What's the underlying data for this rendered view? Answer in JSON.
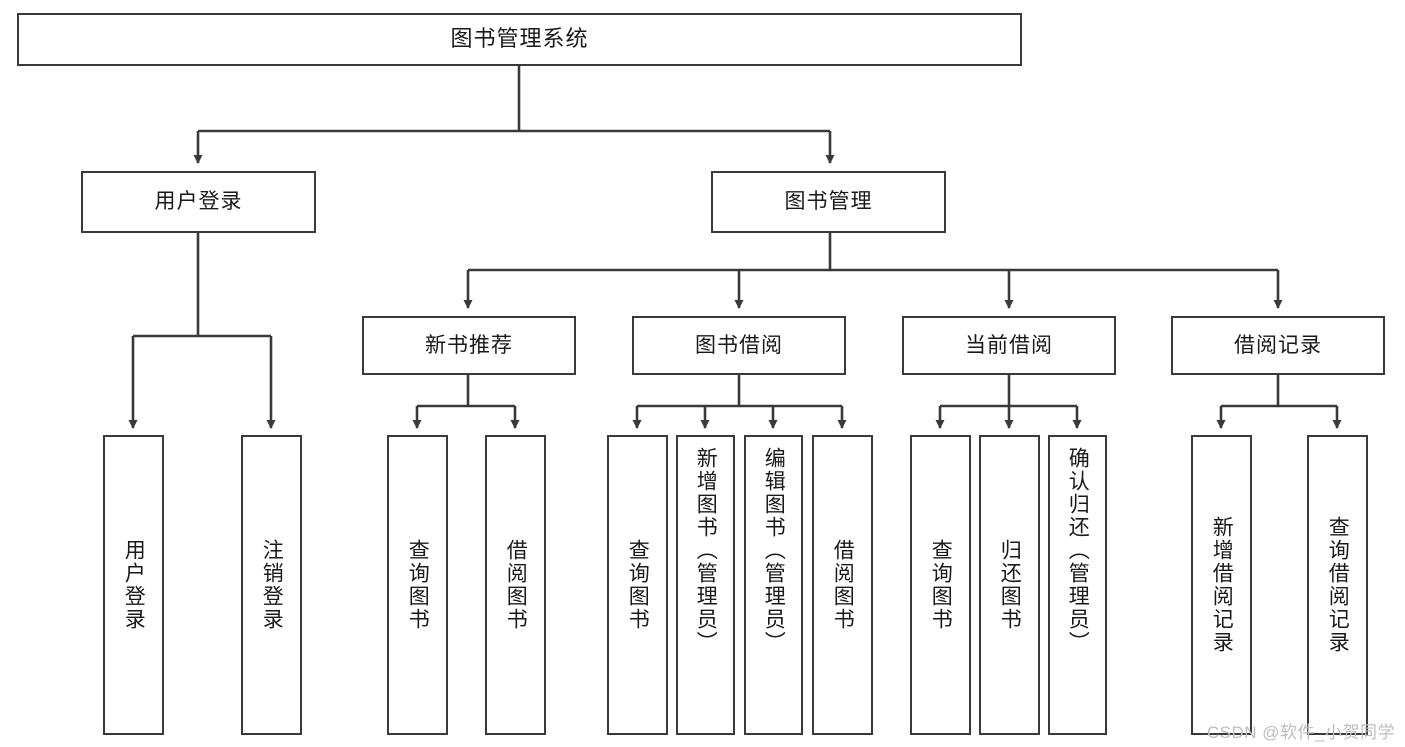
{
  "diagram": {
    "title": "图书管理系统",
    "type": "tree-hierarchy",
    "colors": {
      "node_border": "#3a3a3a",
      "node_fill": "#ffffff",
      "edge": "#3a3a3a",
      "text": "#1a1a1a",
      "watermark": "#bdbdbd",
      "background": "#ffffff"
    }
  },
  "nodes": {
    "root": {
      "label": "图书管理系统"
    },
    "level2": [
      {
        "label": "用户登录"
      },
      {
        "label": "图书管理"
      }
    ],
    "level3": [
      {
        "label": "新书推荐"
      },
      {
        "label": "图书借阅"
      },
      {
        "label": "当前借阅"
      },
      {
        "label": "借阅记录"
      }
    ],
    "leaves": {
      "user_login": [
        {
          "label": "用户登录"
        },
        {
          "label": "注销登录"
        }
      ],
      "new_book_recommend": [
        {
          "label": "查询图书"
        },
        {
          "label": "借阅图书"
        }
      ],
      "book_borrow": [
        {
          "label": "查询图书"
        },
        {
          "label": "新增图书（管理员）"
        },
        {
          "label": "编辑图书（管理员）"
        },
        {
          "label": "借阅图书"
        }
      ],
      "current_borrow": [
        {
          "label": "查询图书"
        },
        {
          "label": "归还图书"
        },
        {
          "label": "确认归还（管理员）"
        }
      ],
      "borrow_record": [
        {
          "label": "新增借阅记录"
        },
        {
          "label": "查询借阅记录"
        }
      ]
    }
  },
  "watermark": {
    "text": "CSDN @软件_小贺同学"
  }
}
